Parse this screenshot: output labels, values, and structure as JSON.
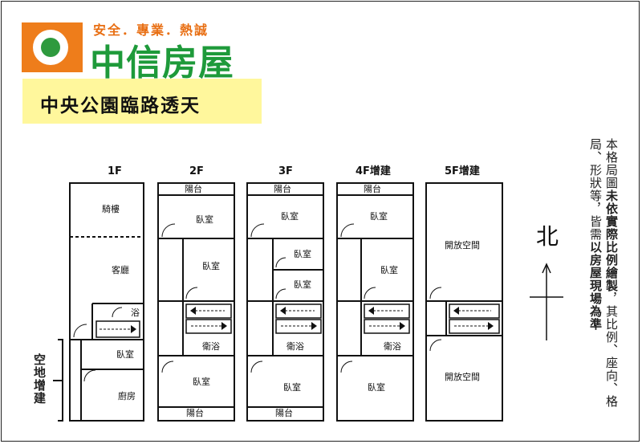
{
  "brand": {
    "slogan": "安全．專業．熱誠",
    "name": "中信房屋",
    "accent": "#ee7d1b",
    "brand_green": "#1e9a3a"
  },
  "title": "中央公園臨路透天",
  "floors": [
    {
      "label": "1F",
      "rooms": [
        "騎樓",
        "客廳",
        "浴",
        "臥室",
        "廚房"
      ]
    },
    {
      "label": "2F",
      "rooms": [
        "陽台",
        "臥室",
        "臥室",
        "衛浴",
        "臥室",
        "陽台"
      ]
    },
    {
      "label": "3F",
      "rooms": [
        "陽台",
        "臥室",
        "臥室",
        "臥室",
        "衛浴",
        "臥室",
        "陽台"
      ]
    },
    {
      "label": "4F增建",
      "rooms": [
        "陽台",
        "臥室",
        "臥室",
        "衛浴",
        "臥室"
      ]
    },
    {
      "label": "5F增建",
      "rooms": [
        "開放空間",
        "開放空間"
      ]
    }
  ],
  "side_label": "空地增建",
  "north_label": "北",
  "note": {
    "line1_a": "本格局圖",
    "line1_b": "未依實際比例繪製",
    "line1_c": "，其比例、座",
    "line2_a": "向、格局、形狀等，皆需",
    "line2_b": "以房屋現場為準"
  }
}
